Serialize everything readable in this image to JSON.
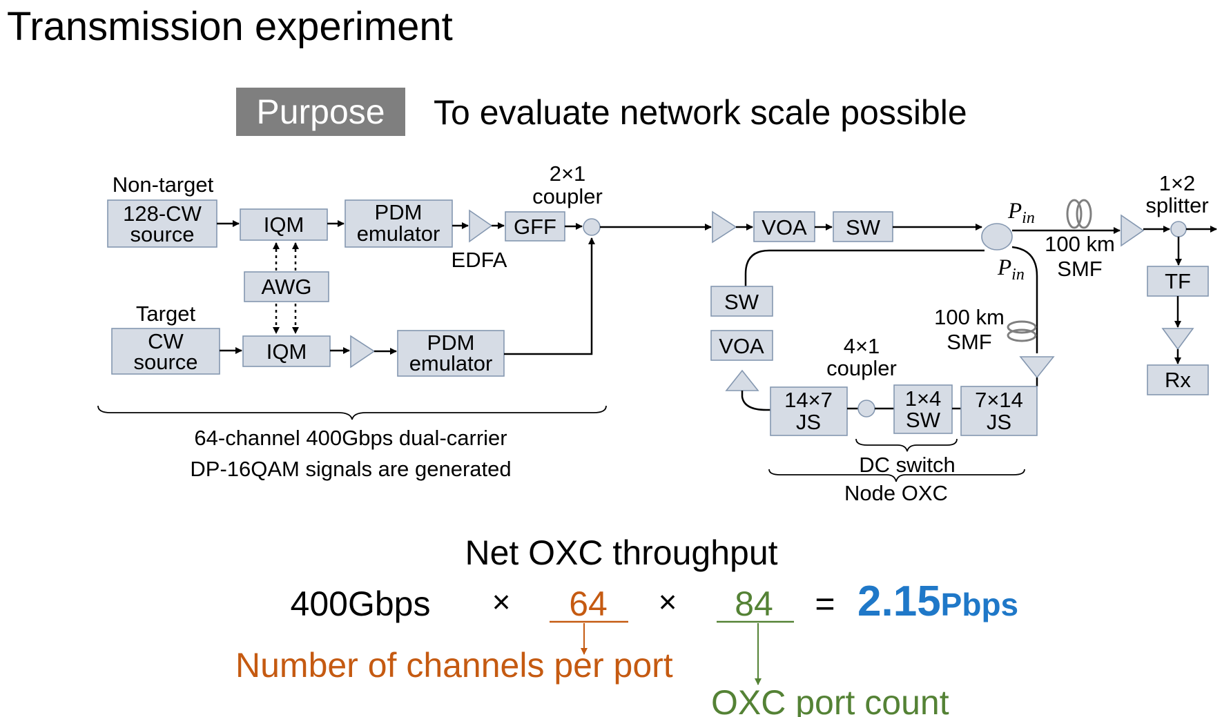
{
  "title": "Transmission experiment",
  "purpose": {
    "badge": "Purpose",
    "text": "To evaluate network scale possible"
  },
  "diagram": {
    "labels": {
      "non_target": "Non-target",
      "target": "Target",
      "coupler_2x1_a": "2×1",
      "coupler_2x1_b": "coupler",
      "edfa": "EDFA",
      "splitter_1x2_a": "1×2",
      "splitter_1x2_b": "splitter",
      "smf_main_a": "100 km",
      "smf_main_b": "SMF",
      "smf_loop_a": "100 km",
      "smf_loop_b": "SMF",
      "coupler_4x1_a": "4×1",
      "coupler_4x1_b": "coupler",
      "pin_main": "P",
      "pin_sub": "in",
      "tx_caption_1": "64-channel 400Gbps dual-carrier",
      "tx_caption_2": "DP-16QAM signals are generated",
      "dc_switch": "DC switch",
      "node_oxc": "Node OXC"
    },
    "boxes": {
      "cw128_a": "128-CW",
      "cw128_b": "source",
      "iqm_top": "IQM",
      "pdm_top_a": "PDM",
      "pdm_top_b": "emulator",
      "gff": "GFF",
      "awg": "AWG",
      "cw_a": "CW",
      "cw_b": "source",
      "iqm_bottom": "IQM",
      "pdm_bottom_a": "PDM",
      "pdm_bottom_b": "emulator",
      "voa_top": "VOA",
      "sw_top": "SW",
      "sw_left": "SW",
      "voa_left": "VOA",
      "js14x7_a": "14×7",
      "js14x7_b": "JS",
      "sw1x4_a": "1×4",
      "sw1x4_b": "SW",
      "js7x14_a": "7×14",
      "js7x14_b": "JS",
      "tf": "TF",
      "rx": "Rx"
    }
  },
  "throughput": {
    "heading": "Net OXC throughput",
    "rate": "400Gbps",
    "times": "×",
    "channels": "64",
    "ports": "84",
    "equals": "=",
    "result_value": "2.15",
    "result_unit": "Pbps",
    "channels_note": "Number of channels per port",
    "ports_note": "OXC port count"
  },
  "colors": {
    "box_fill": "#d6dce5",
    "box_stroke": "#8497b0",
    "badge": "#7f7f7f",
    "orange": "#c55a11",
    "green": "#548235",
    "blue": "#1f78c8"
  }
}
